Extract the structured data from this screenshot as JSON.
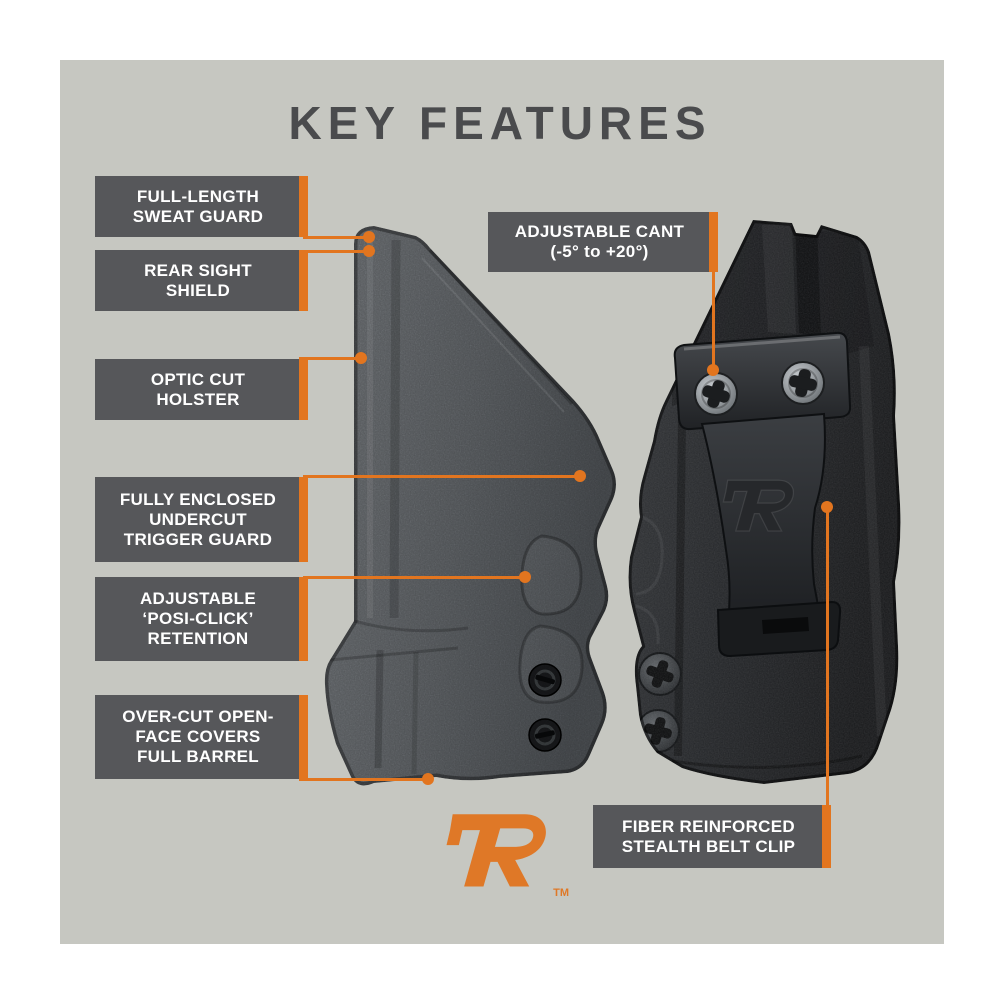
{
  "title": "KEY FEATURES",
  "colors": {
    "page_background": "#ffffff",
    "panel_background": "#c6c7c1",
    "label_background": "#56575a",
    "label_text": "#ffffff",
    "accent_orange": "#e2751f",
    "title_text": "#4a4b4d",
    "holster_front_gray": "#4c4f52",
    "holster_back_black": "#212326",
    "logo_orange": "#df7827"
  },
  "feature_labels": [
    {
      "id": "full-length-sweat-guard",
      "text": "FULL-LENGTH\nSWEAT GUARD"
    },
    {
      "id": "rear-sight-shield",
      "text": "REAR SIGHT\nSHIELD"
    },
    {
      "id": "optic-cut-holster",
      "text": "OPTIC CUT\nHOLSTER"
    },
    {
      "id": "fully-enclosed-undercut-trigger-guard",
      "text": "FULLY ENCLOSED\nUNDERCUT\nTRIGGER GUARD"
    },
    {
      "id": "adjustable-posi-click-retention",
      "text": "ADJUSTABLE\n‘POSI-CLICK’\nRETENTION"
    },
    {
      "id": "over-cut-open-face-covers-full-barrel",
      "text": "OVER-CUT OPEN-\nFACE COVERS\nFULL BARREL"
    },
    {
      "id": "adjustable-cant",
      "text": "ADJUSTABLE CANT\n(-5° to +20°)"
    },
    {
      "id": "fiber-reinforced-stealth-belt-clip",
      "text": "FIBER REINFORCED\nSTEALTH BELT CLIP"
    }
  ],
  "illustrations": [
    {
      "id": "holster-front-view",
      "description_icon": "iwb-holster-front-icon"
    },
    {
      "id": "holster-back-view-with-belt-clip",
      "description_icon": "iwb-holster-back-icon"
    }
  ],
  "brand": {
    "logo_letter": "R",
    "trademark": "TM"
  }
}
